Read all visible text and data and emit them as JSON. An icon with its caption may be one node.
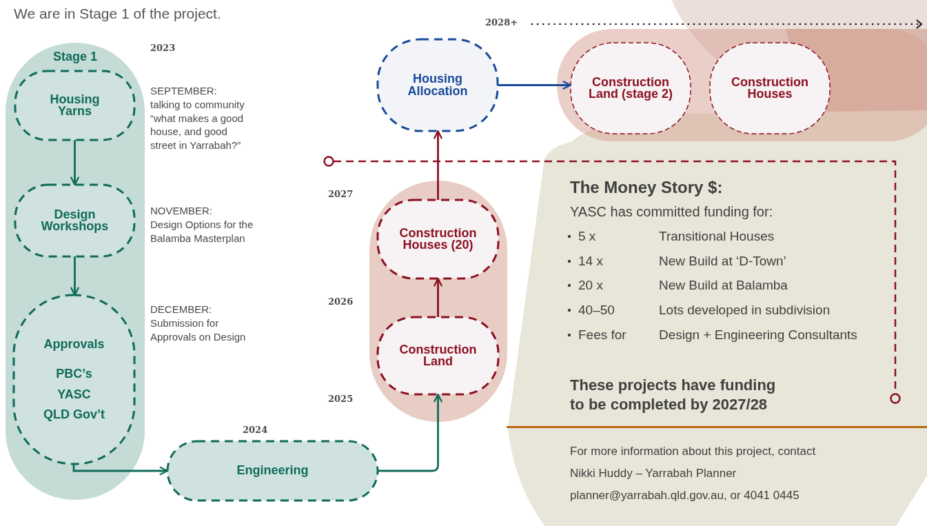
{
  "diagram": {
    "title": "We are in Stage 1 of the project.",
    "nodes": [
      {
        "text": [
          "Stage 1"
        ]
      },
      {
        "text": [
          "Housing Yarns"
        ],
        "in": 0
      },
      {
        "text": [
          "Design Workshops"
        ],
        "in": 0
      },
      {
        "text": [
          "Approvals",
          "PBC’s",
          "YASC",
          "QLD Gov’t"
        ],
        "in": 0
      },
      {
        "text": [
          "Engineering"
        ]
      },
      {
        "text": [],
        "shape": "box"
      },
      {
        "text": [
          "Construction Houses (20)"
        ],
        "in": 5
      },
      {
        "text": [
          "Construction Land"
        ],
        "in": 5
      },
      {
        "text": [
          "Housing Allocation"
        ]
      },
      {
        "text": [],
        "shape": "box"
      },
      {
        "text": [
          "Construction Land (stage 2)"
        ],
        "in": 9
      },
      {
        "text": [
          "Construction Houses"
        ],
        "in": 9
      },
      {
        "text": [
          "The Money Story $:",
          "YASC has committed funding for:",
          "5 x",
          "Transitional Houses",
          "14 x",
          "New Build at ‘D-Town’",
          "20 x",
          "New Build at Balamba",
          "40–50",
          "Lots developed in subdivision",
          "Fees for",
          "Design + Engineering Consultants",
          "These projects have funding to be completed by 2027/28",
          "For more information about this project, contact",
          "Nikki Huddy – Yarrabah Planner",
          "planner@yarrabah.qld.gov.au, or 4041 0445"
        ]
      }
    ],
    "edges": [
      {
        "from": 1,
        "to": 2,
        "arrow": "to"
      },
      {
        "from": 2,
        "to": 3,
        "arrow": "to"
      },
      {
        "from": 3,
        "to": 4,
        "arrow": "to"
      },
      {
        "from": 4,
        "to": 7,
        "arrow": "to"
      },
      {
        "from": 7,
        "to": 6,
        "arrow": "to",
        "color": "#8b1022"
      },
      {
        "from": 6,
        "to": 8,
        "arrow": "to",
        "color": "#8b1022"
      },
      {
        "from": 8,
        "to": 10,
        "arrow": "to",
        "color": "#1a4a9b"
      }
    ],
    "labels": [
      "2028+",
      "2023",
      "SEPTEMBER:",
      "talking to community “what makes a good house, and good street in Yarrabah?”",
      "NOVEMBER:",
      "Design Options for the Balamba Masterplan",
      "DECEMBER:",
      "Submission for Approvals on Design",
      "2027",
      "2026",
      "2025",
      "2024"
    ]
  }
}
